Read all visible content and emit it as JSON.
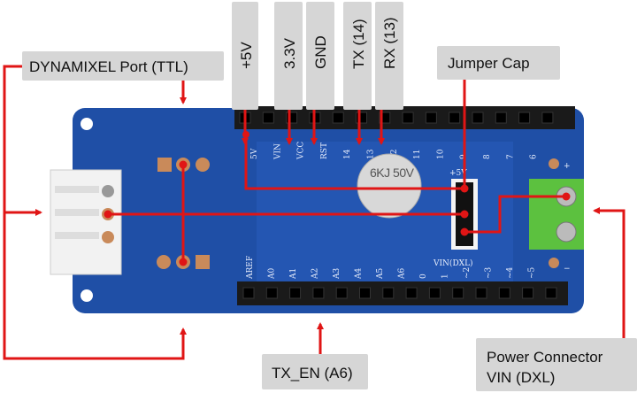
{
  "labels": {
    "dynamixel_port": "DYNAMIXEL Port (TTL)",
    "pin_5v": "+5V",
    "pin_3v3": "3.3V",
    "pin_gnd": "GND",
    "pin_tx": "TX (14)",
    "pin_rx": "RX (13)",
    "jumper_cap": "Jumper Cap",
    "tx_en": "TX_EN (A6)",
    "power_connector_line1": "Power Connector",
    "power_connector_line2": "VIN (DXL)"
  },
  "silkscreen": {
    "vin_dxl": "VIN(DXL)",
    "plus5v": "+5V",
    "capacitor": "6KJ 50V",
    "top_pins": [
      "5V",
      "VIN",
      "VCC",
      "RST",
      "14",
      "13",
      "12",
      "11",
      "10",
      "9",
      "8",
      "7",
      "6"
    ],
    "bottom_pins": [
      "AREF",
      "A0",
      "A1",
      "A2",
      "A3",
      "A4",
      "A5",
      "A6",
      "0",
      "1",
      "~2",
      "~3",
      "~4",
      "~5"
    ]
  },
  "colors": {
    "board": "#1f4fa6",
    "annotation": "#e01515",
    "label_bg": "#d6d6d6",
    "terminal": "#5cc13f"
  }
}
